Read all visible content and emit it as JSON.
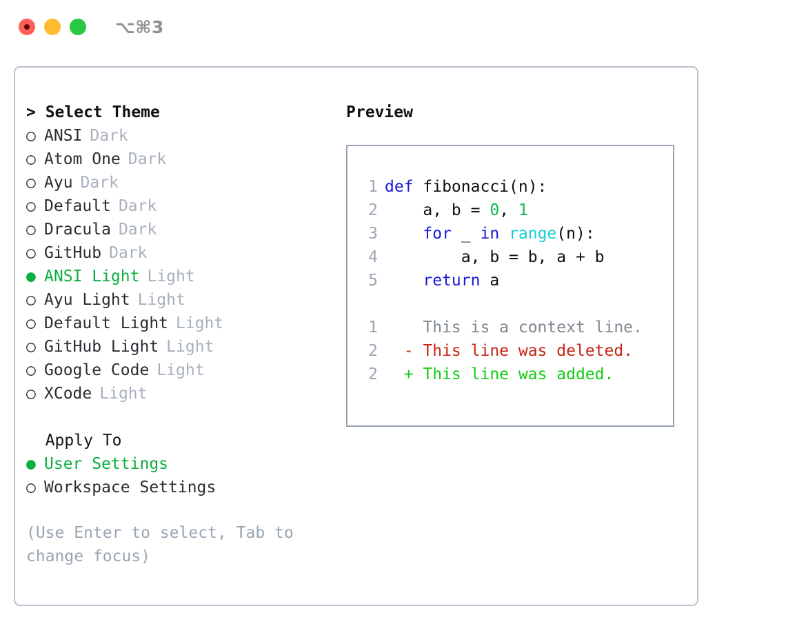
{
  "window": {
    "shortcut_label": "⌥⌘3",
    "traffic_lights": [
      {
        "name": "close",
        "color": "#ff5f57"
      },
      {
        "name": "minimize",
        "color": "#febc2e"
      },
      {
        "name": "maximize",
        "color": "#28c840"
      }
    ]
  },
  "theme_picker": {
    "title": "> Select Theme",
    "selected_glyph": "●",
    "unselected_glyph": "○",
    "accent_color": "#0bae3f",
    "items": [
      {
        "name": "ANSI",
        "variant": "Dark",
        "selected": false
      },
      {
        "name": "Atom One",
        "variant": "Dark",
        "selected": false
      },
      {
        "name": "Ayu",
        "variant": "Dark",
        "selected": false
      },
      {
        "name": "Default",
        "variant": "Dark",
        "selected": false
      },
      {
        "name": "Dracula",
        "variant": "Dark",
        "selected": false
      },
      {
        "name": "GitHub",
        "variant": "Dark",
        "selected": false
      },
      {
        "name": "ANSI Light",
        "variant": "Light",
        "selected": true
      },
      {
        "name": "Ayu Light",
        "variant": "Light",
        "selected": false
      },
      {
        "name": "Default Light",
        "variant": "Light",
        "selected": false
      },
      {
        "name": "GitHub Light",
        "variant": "Light",
        "selected": false
      },
      {
        "name": "Google Code",
        "variant": "Light",
        "selected": false
      },
      {
        "name": "XCode",
        "variant": "Light",
        "selected": false
      }
    ]
  },
  "apply_to": {
    "title": "  Apply To",
    "items": [
      {
        "name": "User Settings",
        "selected": true
      },
      {
        "name": "Workspace Settings",
        "selected": false
      }
    ]
  },
  "hint": "(Use Enter to select, Tab to change focus)",
  "preview": {
    "title": "Preview",
    "code_lines": [
      {
        "num": "1",
        "tokens": [
          {
            "t": "def ",
            "c": "kw"
          },
          {
            "t": "fibonacci(n):",
            "c": "plain"
          }
        ]
      },
      {
        "num": "2",
        "tokens": [
          {
            "t": "    a, b = ",
            "c": "plain"
          },
          {
            "t": "0",
            "c": "num"
          },
          {
            "t": ", ",
            "c": "plain"
          },
          {
            "t": "1",
            "c": "num"
          }
        ]
      },
      {
        "num": "3",
        "tokens": [
          {
            "t": "    ",
            "c": "plain"
          },
          {
            "t": "for",
            "c": "kw"
          },
          {
            "t": " _ ",
            "c": "plain"
          },
          {
            "t": "in",
            "c": "kw"
          },
          {
            "t": " ",
            "c": "plain"
          },
          {
            "t": "range",
            "c": "fn"
          },
          {
            "t": "(n):",
            "c": "plain"
          }
        ]
      },
      {
        "num": "4",
        "tokens": [
          {
            "t": "        a, b = b, a + b",
            "c": "plain"
          }
        ]
      },
      {
        "num": "5",
        "tokens": [
          {
            "t": "    ",
            "c": "plain"
          },
          {
            "t": "return",
            "c": "kw"
          },
          {
            "t": " a",
            "c": "plain"
          }
        ]
      }
    ],
    "diff_lines": [
      {
        "num": "1",
        "marker": "  ",
        "text": "This is a context line.",
        "kind": "context"
      },
      {
        "num": "2",
        "marker": "- ",
        "text": "This line was deleted.",
        "kind": "deleted"
      },
      {
        "num": "2",
        "marker": "+ ",
        "text": "This line was added.",
        "kind": "added"
      }
    ],
    "colors": {
      "keyword": "#1a1ad6",
      "number": "#0ab84a",
      "function": "#13d0d0",
      "plain": "#101014",
      "line_number": "#9aa5b4",
      "diff_context": "#808893",
      "diff_deleted": "#c82414",
      "diff_added": "#11cc11"
    }
  }
}
